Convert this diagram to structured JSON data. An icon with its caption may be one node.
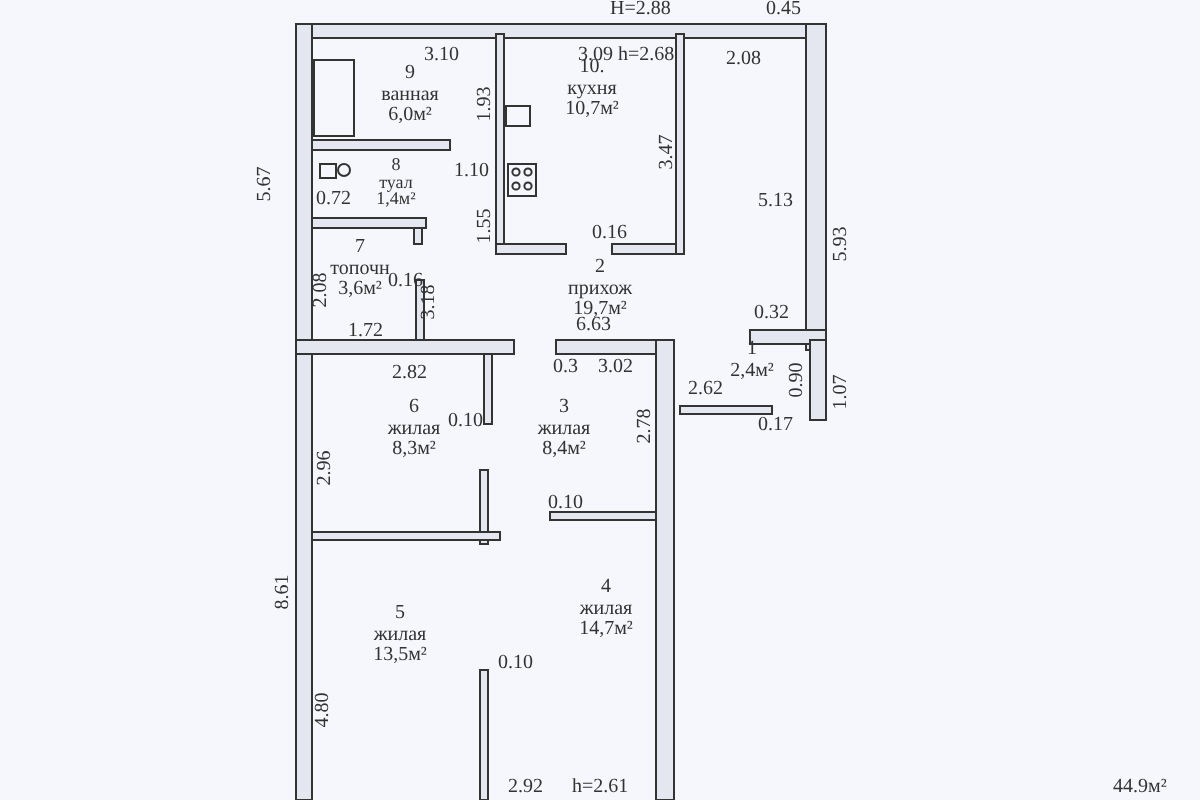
{
  "diagram": {
    "nodes": [
      {
        "text": [
          "9",
          "ванная",
          "6,0м²"
        ]
      },
      {
        "text": [
          "10.",
          "кухня",
          "10,7м²"
        ]
      },
      {
        "text": [
          "8",
          "туал",
          "1,4м²"
        ]
      },
      {
        "text": [
          "7",
          "топочн",
          "3,6м²"
        ]
      },
      {
        "text": [
          "2",
          "прихож",
          "19,7м²"
        ]
      },
      {
        "text": [
          "1",
          "2,4м²"
        ]
      },
      {
        "text": [
          "6",
          "жилая",
          "8,3м²"
        ]
      },
      {
        "text": [
          "3",
          "жилая",
          "8,4м²"
        ]
      },
      {
        "text": [
          "4",
          "жилая",
          "14,7м²"
        ]
      },
      {
        "text": [
          "5",
          "жилая",
          "13,5м²"
        ]
      }
    ],
    "labels": [
      "H=2.88",
      "0.45",
      "3.10",
      "3.09 h=2.68",
      "2.08",
      "1.93",
      "3.47",
      "5.67",
      "1.10",
      "0.72",
      "5.13",
      "1.55",
      "0.16",
      "5.93",
      "2.08",
      "0.16",
      "3.18",
      "6.63",
      "0.32",
      "1.72",
      "0.3",
      "3.02",
      "2.82",
      "0.90",
      "1.07",
      "2.62",
      "0.10",
      "0.17",
      "2.78",
      "2.96",
      "0.10",
      "8.61",
      "0.10",
      "4.80",
      "2.92",
      "h=2.61",
      "44.9м²"
    ]
  }
}
